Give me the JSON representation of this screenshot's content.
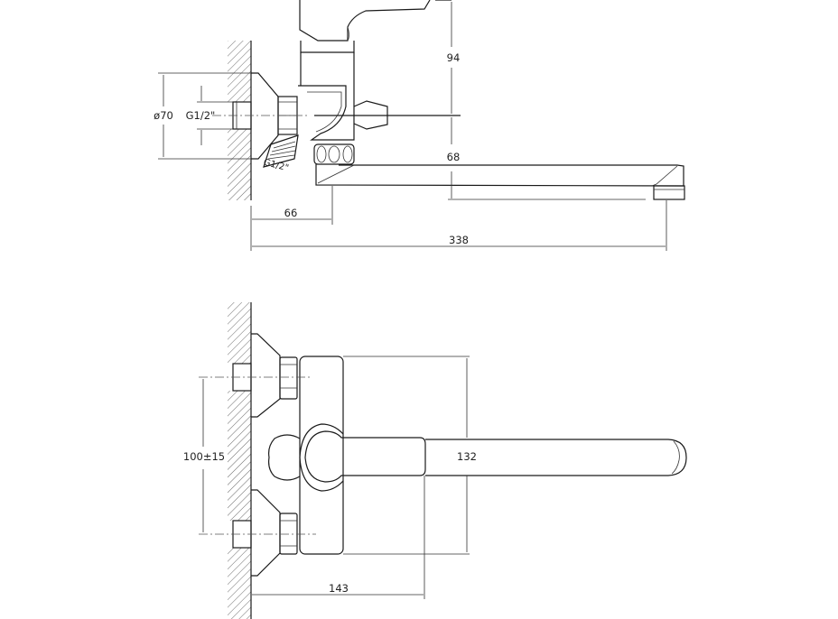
{
  "drawing": {
    "side_view": {
      "dimensions": {
        "height_handle": "94",
        "spout_height": "68",
        "flange_diameter": "ø70",
        "inlet_thread": "G1/2\"",
        "outlet_thread": "G1/2\"",
        "wall_to_body": "66",
        "total_reach": "338"
      }
    },
    "top_view": {
      "dimensions": {
        "inlet_spacing": "100±15",
        "body_height": "132",
        "wall_to_handle": "143"
      }
    }
  }
}
